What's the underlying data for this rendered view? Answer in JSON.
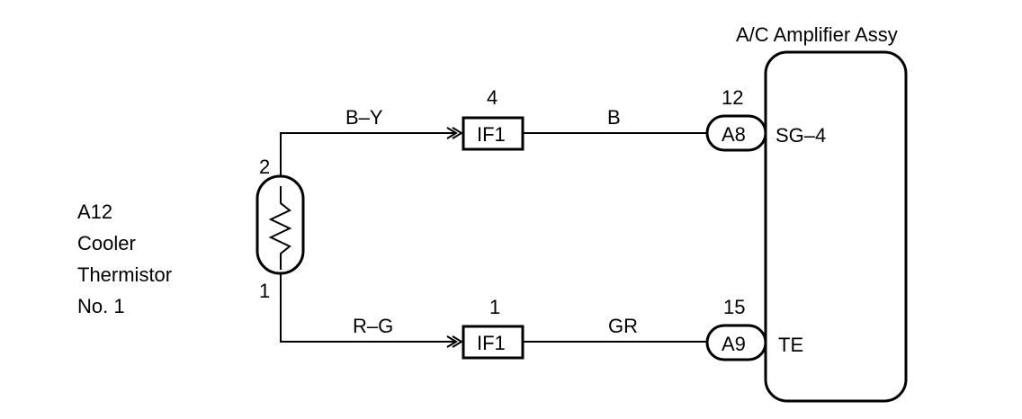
{
  "amplifier": {
    "title": "A/C Amplifier Assy",
    "terminal_top": "SG–4",
    "terminal_bottom": "TE"
  },
  "thermistor": {
    "code": "A12",
    "name_line1": "Cooler",
    "name_line2": "Thermistor",
    "name_line3": "No. 1",
    "pin_top": "2",
    "pin_bottom": "1"
  },
  "wires": {
    "top_left_color": "B–Y",
    "top_right_color": "B",
    "bottom_left_color": "R–G",
    "bottom_right_color": "GR"
  },
  "connectors": {
    "junction_top_pin": "4",
    "junction_top_label": "IF1",
    "junction_bottom_pin": "1",
    "junction_bottom_label": "IF1",
    "amp_top_pin": "12",
    "amp_top_label": "A8",
    "amp_bottom_pin": "15",
    "amp_bottom_label": "A9"
  },
  "colors": {
    "line": "#000000",
    "background": "#ffffff"
  }
}
